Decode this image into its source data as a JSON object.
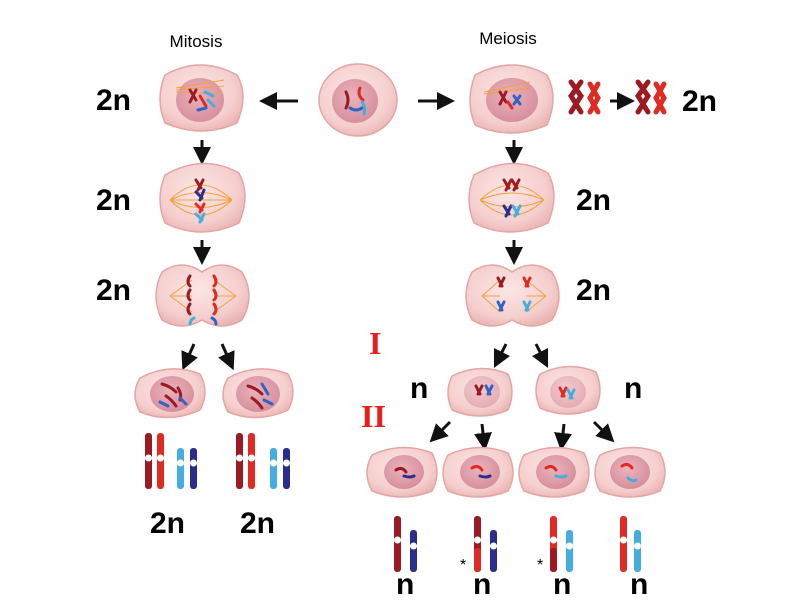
{
  "headers": {
    "mitosis": "Mitosis",
    "meiosis": "Meiosis"
  },
  "ploidy": {
    "mit1": "2n",
    "mit2": "2n",
    "mit3": "2n",
    "mit_daughter_a": "2n",
    "mit_daughter_b": "2n",
    "mei1": "2n",
    "mei2": "2n",
    "mei3": "2n",
    "mei_i_left": "n",
    "mei_i_right": "n",
    "gamete1": "n",
    "gamete2": "n",
    "gamete3": "n",
    "gamete4": "n"
  },
  "stages": {
    "stage1": "I",
    "stage2": "II"
  },
  "marks": {
    "recombinant": "*"
  },
  "colors": {
    "cell_fill": "#f6d0cf",
    "cell_edge": "#e7a8a6",
    "nucleus": "#dc9aa7",
    "dark_red": "#9c1a23",
    "red": "#e02a24",
    "blue": "#2f63c4",
    "light_blue": "#44aee0",
    "navy": "#2a2d8c",
    "spindle": "#f2a23a",
    "stage_label": "#e81e1e"
  }
}
